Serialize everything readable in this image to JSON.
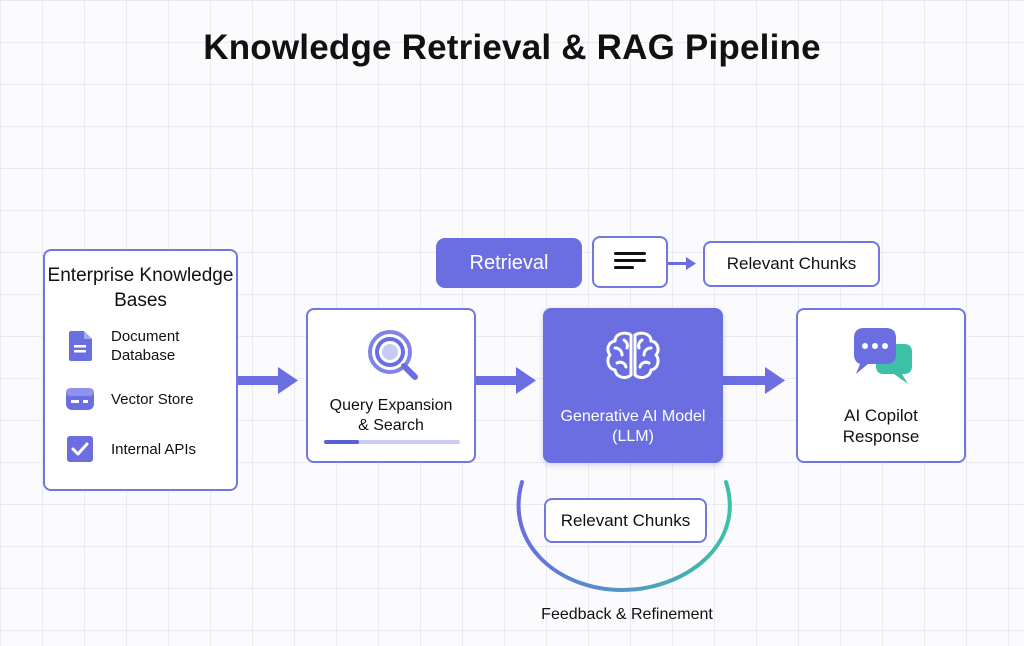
{
  "title": "Knowledge Retrieval & RAG Pipeline",
  "colors": {
    "accent": "#6a6ee0",
    "border": "#7077de",
    "teal": "#3cc0a6"
  },
  "knowledge_bases": {
    "title": "Enterprise\nKnowledge Bases",
    "items": [
      {
        "label": "Document\nDatabase",
        "icon": "document-icon"
      },
      {
        "label": "Vector Store",
        "icon": "database-icon"
      },
      {
        "label": "Internal APIs",
        "icon": "checkbox-icon"
      }
    ]
  },
  "query": {
    "label": "Query Expansion\n& Search",
    "icon": "search-icon",
    "progress": 0.26
  },
  "llm": {
    "label": "Generative AI Model\n(LLM)",
    "icon": "brain-icon"
  },
  "response": {
    "label": "AI Copilot\nResponse",
    "icon": "chat-bubbles-icon"
  },
  "retrieval_label": "Retrieval",
  "chunks_top": "Relevant Chunks",
  "chunks_bottom": "Relevant Chunks",
  "feedback_label": "Feedback & Refinement"
}
